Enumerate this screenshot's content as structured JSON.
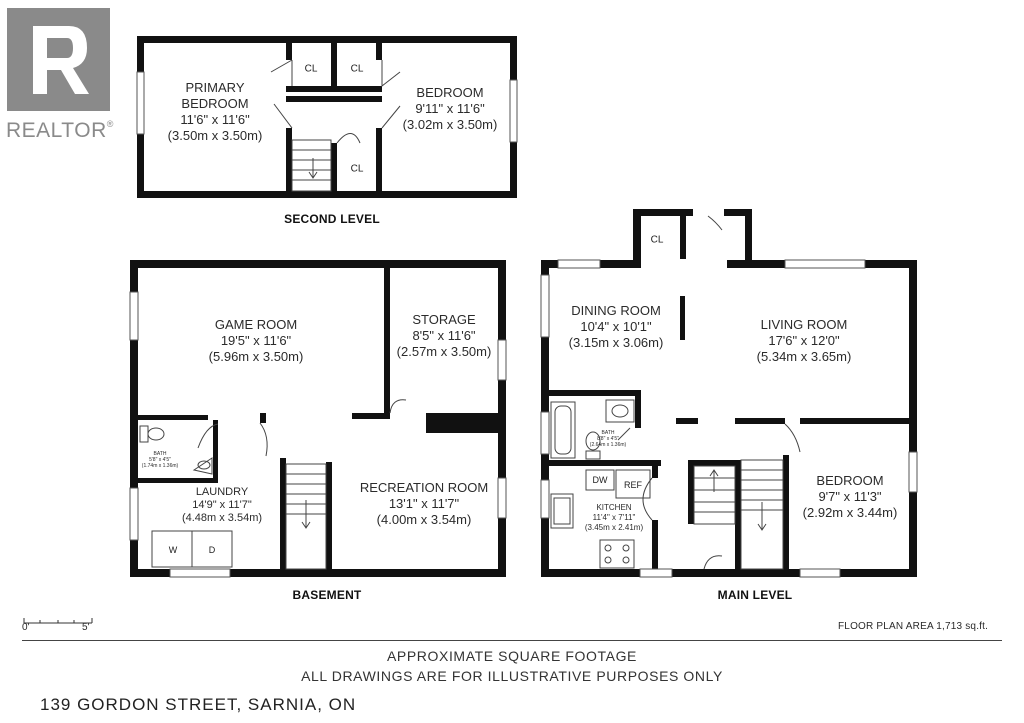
{
  "brand": {
    "name": "REALTOR",
    "mark": "®",
    "color": "#8a8a8a"
  },
  "levels": {
    "second": "SECOND LEVEL",
    "basement": "BASEMENT",
    "main": "MAIN LEVEL"
  },
  "rooms": {
    "primary_bedroom": {
      "name1": "PRIMARY",
      "name2": "BEDROOM",
      "dims_imperial": "11'6\" x 11'6\"",
      "dims_metric": "(3.50m x 3.50m)"
    },
    "bedroom_second": {
      "name": "BEDROOM",
      "dims_imperial": "9'11\" x 11'6\"",
      "dims_metric": "(3.02m x 3.50m)"
    },
    "game_room": {
      "name": "GAME ROOM",
      "dims_imperial": "19'5\" x 11'6\"",
      "dims_metric": "(5.96m x 3.50m)"
    },
    "storage": {
      "name": "STORAGE",
      "dims_imperial": "8'5\" x 11'6\"",
      "dims_metric": "(2.57m x 3.50m)"
    },
    "basement_bath": {
      "name": "BATH",
      "dims_imperial": "5'8\" x 4'5\"",
      "dims_metric": "(1.74m x 1.36m)"
    },
    "laundry": {
      "name": "LAUNDRY",
      "dims_imperial": "14'9\" x 11'7\"",
      "dims_metric": "(4.48m x 3.54m)"
    },
    "recreation_room": {
      "name": "RECREATION ROOM",
      "dims_imperial": "13'1\" x 11'7\"",
      "dims_metric": "(4.00m x 3.54m)"
    },
    "dining_room": {
      "name": "DINING ROOM",
      "dims_imperial": "10'4\" x 10'1\"",
      "dims_metric": "(3.15m x 3.06m)"
    },
    "living_room": {
      "name": "LIVING ROOM",
      "dims_imperial": "17'6\" x 12'0\"",
      "dims_metric": "(5.34m x 3.65m)"
    },
    "main_bath": {
      "name": "BATH",
      "dims_imperial": "8'8\" x 4'5\"",
      "dims_metric": "(2.64m x 1.36m)"
    },
    "kitchen": {
      "name": "KITCHEN",
      "dims_imperial": "11'4\" x 7'11\"",
      "dims_metric": "(3.45m x 2.41m)"
    },
    "bedroom_main": {
      "name": "BEDROOM",
      "dims_imperial": "9'7\" x 11'3\"",
      "dims_metric": "(2.92m x 3.44m)"
    }
  },
  "closet_label": "CL",
  "appliances": {
    "washer": "W",
    "dryer": "D",
    "dishwasher": "DW",
    "fridge": "REF"
  },
  "scale": {
    "start": "0'",
    "end": "5'"
  },
  "floor_area": "FLOOR PLAN AREA 1,713 sq.ft.",
  "disclaimer": {
    "line1": "APPROXIMATE SQUARE FOOTAGE",
    "line2": "ALL DRAWINGS ARE FOR ILLUSTRATIVE PURPOSES ONLY"
  },
  "address": "139 GORDON STREET, SARNIA, ON"
}
